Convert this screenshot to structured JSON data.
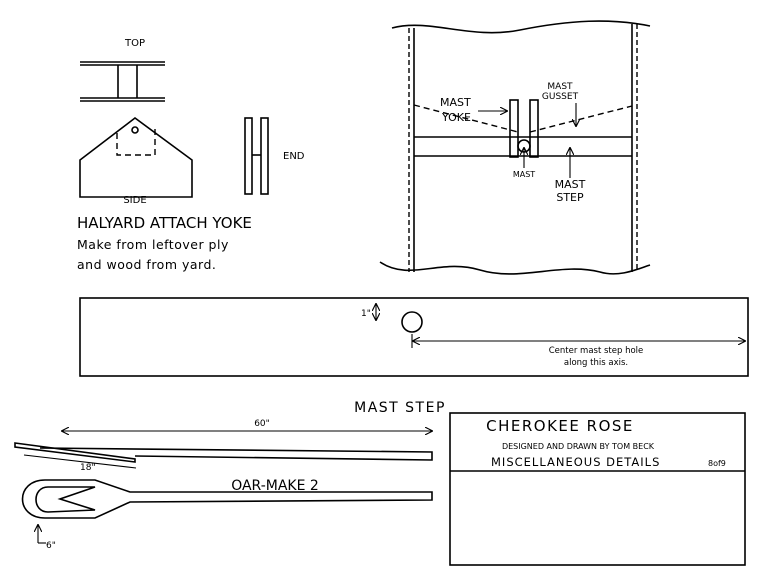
{
  "yoke": {
    "top_label": "TOP",
    "side_label": "SIDE",
    "end_label": "END",
    "title": "HALYARD ATTACH YOKE",
    "note_line1": "Make from leftover ply",
    "note_line2": "and wood from yard."
  },
  "hull_detail": {
    "mast_yoke_line1": "MAST",
    "mast_yoke_line2": "YOKE",
    "mast_gusset_line1": "MAST",
    "mast_gusset_line2": "GUSSET",
    "mast_label": "MAST",
    "mast_step_line1": "MAST",
    "mast_step_line2": "STEP"
  },
  "mast_step": {
    "dim_label": "1\"",
    "note_line1": "Center mast step hole",
    "note_line2": "along this axis.",
    "title": "MAST STEP"
  },
  "oar": {
    "length_label": "60\"",
    "blade_label": "18\"",
    "handle_label": "6\"",
    "title": "OAR-MAKE 2"
  },
  "title_block": {
    "project": "CHEROKEE ROSE",
    "designer": "DESIGNED AND DRAWN BY TOM BECK",
    "sheet_title": "MISCELLANEOUS DETAILS",
    "sheet_number": "8of9"
  }
}
